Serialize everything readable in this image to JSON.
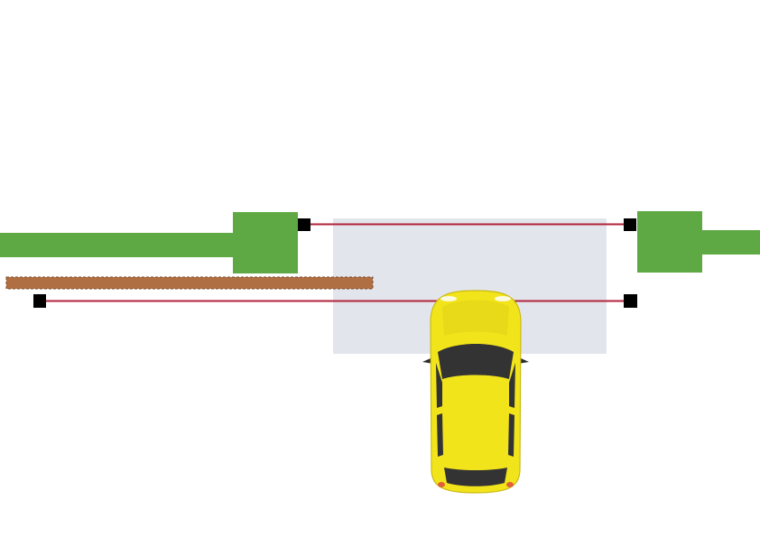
{
  "scene": {
    "elements": [
      "gate-zone",
      "left-wall",
      "right-wall",
      "rail",
      "barrier-cable-upper",
      "barrier-cable-lower",
      "anchor-post",
      "car"
    ]
  },
  "colors": {
    "background": "#ffffff",
    "gate_zone": "#e3e5ec",
    "wall_green": "#5ea943",
    "rail_brown": "#b06f43",
    "rail_outline": "#7a4b2c",
    "cable_red": "#b1223a",
    "post_black": "#000000",
    "car_body": "#f2e41b",
    "car_shade": "#d8c914",
    "car_glass": "#333333",
    "car_taillight": "#e0603a",
    "car_outline": "#222222"
  },
  "icons": {
    "car": "car-top-view-icon",
    "post": "square-post-icon"
  }
}
